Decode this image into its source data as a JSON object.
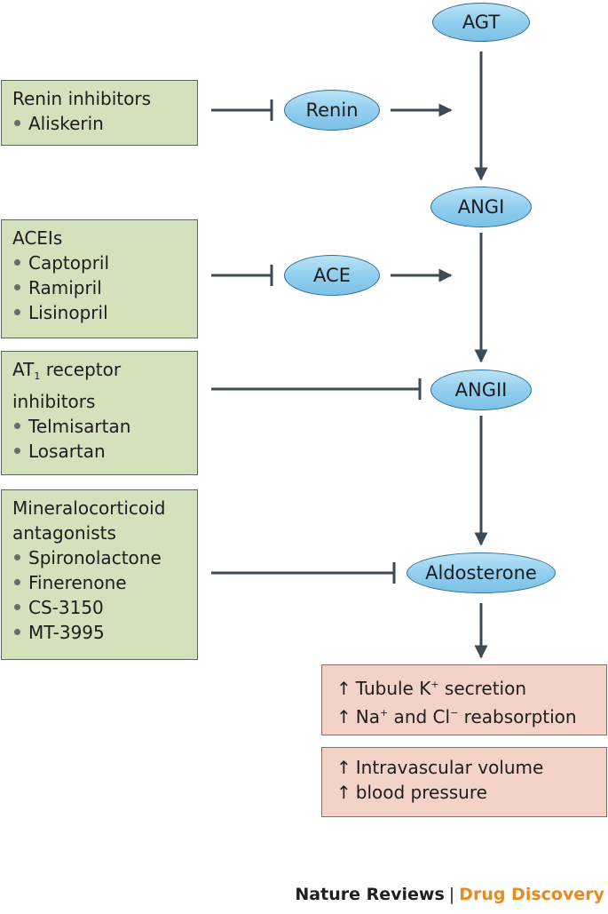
{
  "nodes": {
    "agt": "AGT",
    "renin": "Renin",
    "angi": "ANGI",
    "ace": "ACE",
    "angii": "ANGII",
    "aldosterone": "Aldosterone"
  },
  "drug_boxes": {
    "renin_inhibitors": {
      "title": "Renin inhibitors",
      "items": [
        "Aliskerin"
      ]
    },
    "aceis": {
      "title": "ACEIs",
      "items": [
        "Captopril",
        "Ramipril",
        "Lisinopril"
      ]
    },
    "at1": {
      "title_prefix": "AT",
      "title_sub": "1",
      "title_suffix": " receptor",
      "title_line2": "inhibitors",
      "items": [
        "Telmisartan",
        "Losartan"
      ]
    },
    "mra": {
      "title_line1": "Mineralocorticoid",
      "title_line2": "antagonists",
      "items": [
        "Spironolactone",
        "Finerenone",
        "CS-3150",
        "MT-3995"
      ]
    }
  },
  "effects": {
    "box1": {
      "line1_pre": "Tubule K",
      "line1_sup": "+",
      "line1_post": " secretion",
      "line2_a": "Na",
      "line2_sup1": "+",
      "line2_b": " and Cl",
      "line2_sup2": "−",
      "line2_c": " reabsorption"
    },
    "box2": {
      "line1": "Intravascular volume",
      "line2": "blood pressure"
    },
    "up_arrow": "↑"
  },
  "footer": {
    "journal": "Nature Reviews",
    "separator": "|",
    "section": "Drug Discovery"
  },
  "colors": {
    "oval_fill": "#8fcdee",
    "drug_box_fill": "#d3e1bd",
    "effect_box_fill": "#f3d3c8",
    "connector": "#3b4a55",
    "footer_accent": "#e98a1f"
  }
}
